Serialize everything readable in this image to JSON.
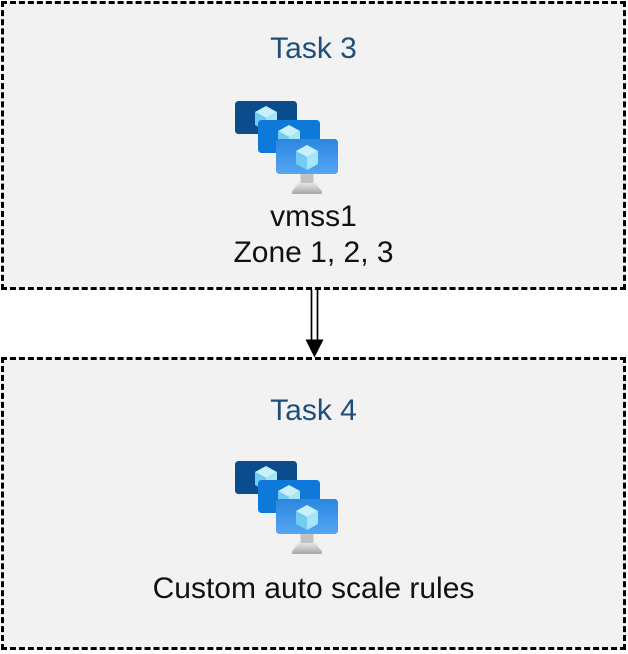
{
  "styles": {
    "box_background": "#F2F2F2",
    "box_border_color": "#000000",
    "title_color": "#1F4E79",
    "body_text_color": "#111111",
    "icon_back_screen": "#0B4D8C",
    "icon_middle_screen": "#0F79D9",
    "icon_front_screen_gradient": [
      "#2B87E0",
      "#55A5F2"
    ],
    "icon_cube_colors": {
      "top": "#C9F0FD",
      "left": "#74CBF2",
      "right": "#A7E5FB"
    }
  },
  "tasks": [
    {
      "title": "Task 3",
      "icon": "vm-scale-sets-icon",
      "lines": [
        "vmss1",
        "Zone 1, 2, 3"
      ]
    },
    {
      "title": "Task 4",
      "icon": "vm-scale-sets-icon",
      "lines": [
        "Custom auto scale rules"
      ]
    }
  ],
  "connector": {
    "shape": "double-line-arrow",
    "direction": "down",
    "color": "#000000"
  }
}
